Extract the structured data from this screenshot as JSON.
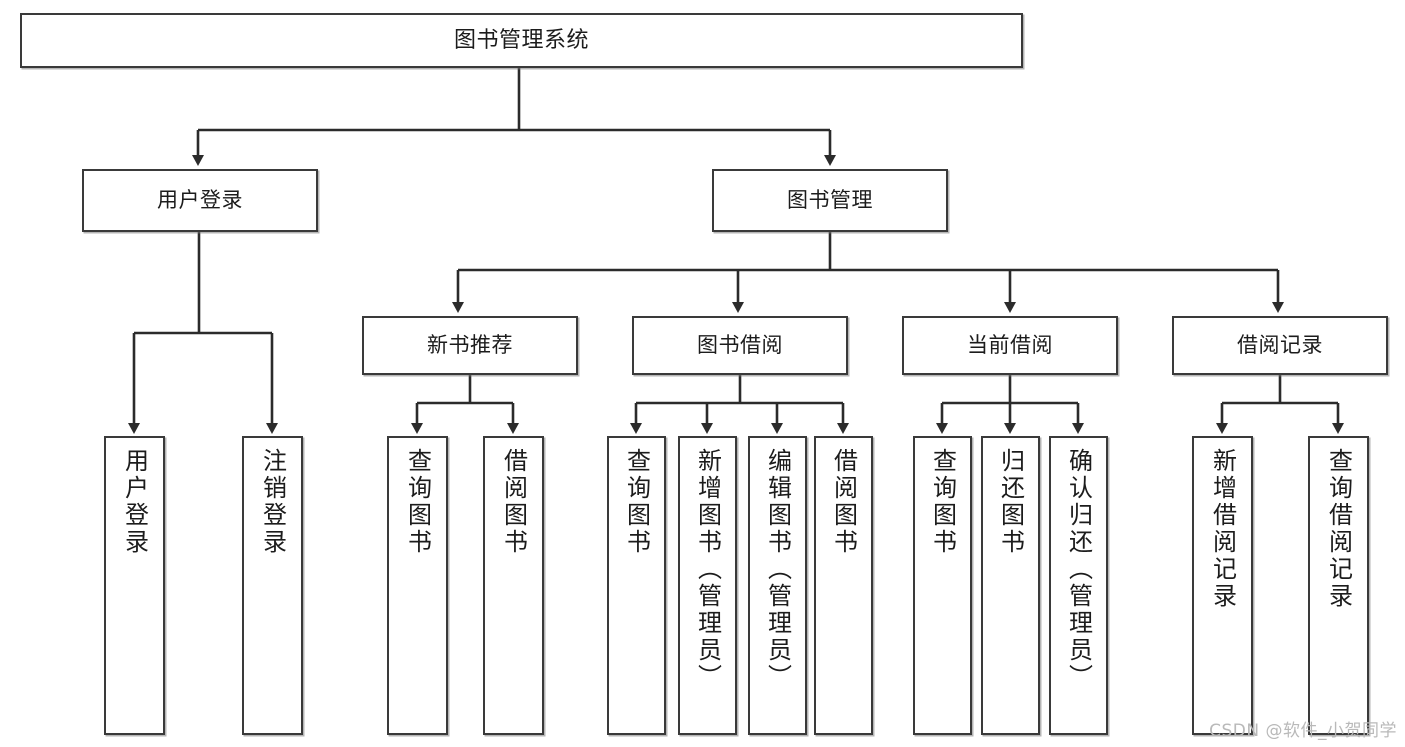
{
  "diagram": {
    "title": "图书管理系统",
    "type": "tree-hierarchy",
    "levels": 4,
    "colors": {
      "box_border": "#3a3a3a",
      "box_fill": "#ffffff",
      "edge": "#2b2b2b",
      "text": "#1c1c1c",
      "watermark": "#b9b9b9",
      "background": "#ffffff"
    },
    "root": {
      "label": "图书管理系统"
    },
    "level2": [
      {
        "label": "用户登录"
      },
      {
        "label": "图书管理"
      }
    ],
    "level3": [
      {
        "label": "新书推荐"
      },
      {
        "label": "图书借阅"
      },
      {
        "label": "当前借阅"
      },
      {
        "label": "借阅记录"
      }
    ],
    "leaves": {
      "user_login": [
        {
          "label": "用户登录"
        },
        {
          "label": "注销登录"
        }
      ],
      "new_book": [
        {
          "label": "查询图书"
        },
        {
          "label": "借阅图书"
        }
      ],
      "book_borrow": [
        {
          "label": "查询图书"
        },
        {
          "label": "新增图书（管理员）"
        },
        {
          "label": "编辑图书（管理员）"
        },
        {
          "label": "借阅图书"
        }
      ],
      "current_borrow": [
        {
          "label": "查询图书"
        },
        {
          "label": "归还图书"
        },
        {
          "label": "确认归还（管理员）"
        }
      ],
      "borrow_record": [
        {
          "label": "新增借阅记录"
        },
        {
          "label": "查询借阅记录"
        }
      ]
    }
  },
  "watermark": {
    "text": "CSDN @软件_小贺同学"
  }
}
